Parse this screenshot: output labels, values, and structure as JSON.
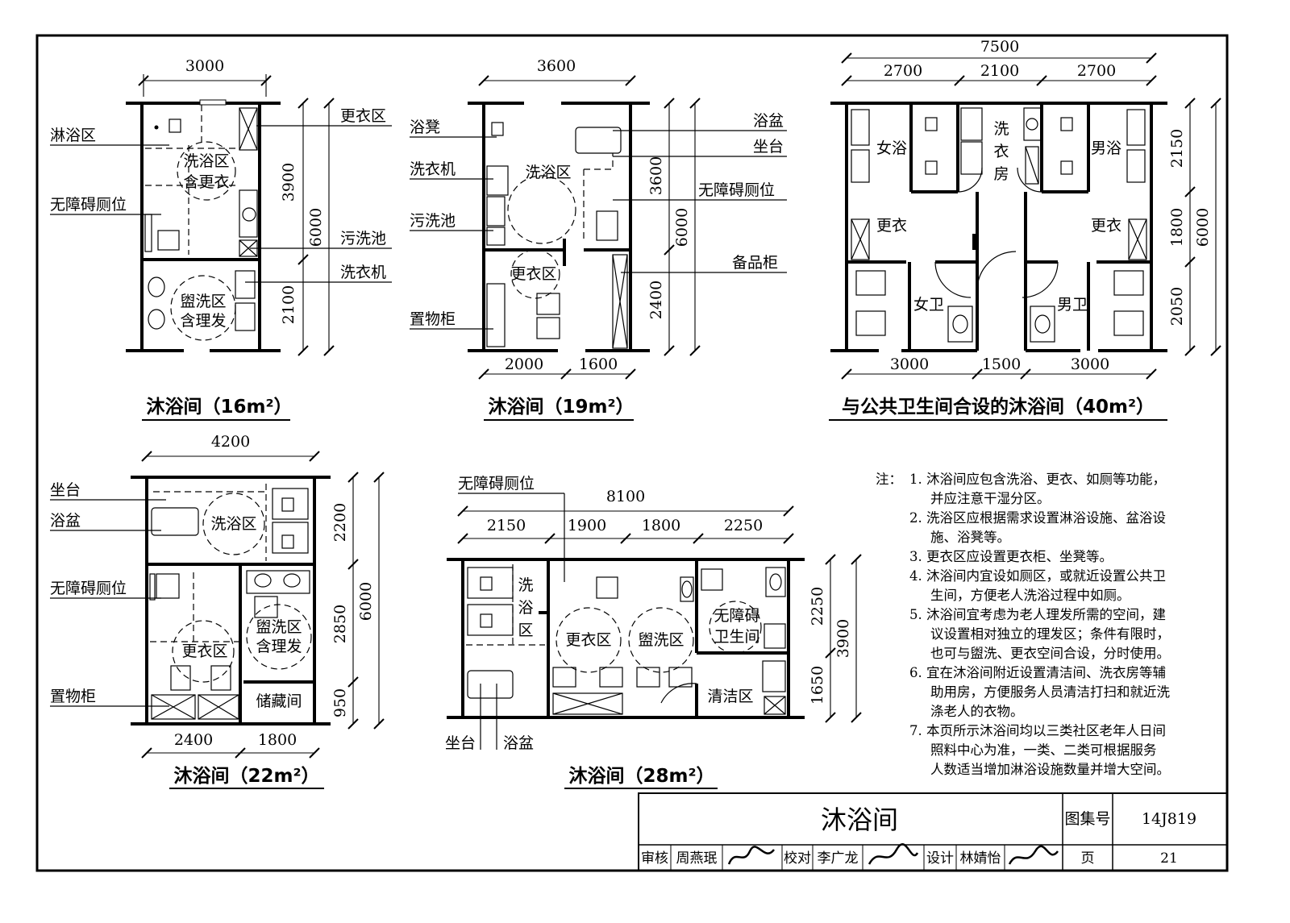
{
  "sheet": {
    "title": "沐浴间",
    "atlas_label": "图集号",
    "atlas_no": "14J819",
    "page_label": "页",
    "page_no": "21",
    "review_label": "审核",
    "reviewer": "周燕珉",
    "check_label": "校对",
    "checker": "李广龙",
    "design_label": "设计",
    "designer": "林婧怡"
  },
  "plans": {
    "p16": {
      "title": "沐浴间（16m²）",
      "dims": {
        "w": "3000",
        "h1": "3900",
        "h2": "2100",
        "h": "6000"
      },
      "labels": {
        "shower": "淋浴区",
        "wc": "无障碍厕位",
        "change": "更衣区",
        "sink": "污洗池",
        "washer": "洗衣机",
        "zone1a": "洗浴区",
        "zone1b": "含更衣",
        "zone2a": "盥洗区",
        "zone2b": "含理发"
      }
    },
    "p19": {
      "title": "沐浴间（19m²）",
      "dims": {
        "w": "3600",
        "h1": "3600",
        "h2": "2400",
        "h": "6000",
        "b1": "2000",
        "b2": "1600"
      },
      "labels": {
        "stool": "浴凳",
        "washer": "洗衣机",
        "sink": "污洗池",
        "cabinet": "置物柜",
        "tub": "浴盆",
        "seat": "坐台",
        "wc": "无障碍厕位",
        "store": "备品柜",
        "zone1": "洗浴区",
        "zone2": "更衣区"
      }
    },
    "p40": {
      "title": "与公共卫生间合设的沐浴间（40m²）",
      "dims": {
        "w": "7500",
        "a": "2700",
        "b": "2100",
        "c": "2700",
        "h1": "2150",
        "h2": "1800",
        "h3": "2050",
        "h": "6000",
        "d1": "3000",
        "d2": "1500",
        "d3": "3000"
      },
      "labels": {
        "fbath": "女浴",
        "mbath": "男浴",
        "laundry1": "洗",
        "laundry2": "衣",
        "laundry3": "房",
        "fchange": "更衣",
        "mchange": "更衣",
        "fwc": "女卫",
        "mwc": "男卫"
      }
    },
    "p22": {
      "title": "沐浴间（22m²）",
      "dims": {
        "w": "4200",
        "h1": "2200",
        "h2": "2850",
        "h3": "950",
        "h": "6000",
        "b1": "2400",
        "b2": "1800"
      },
      "labels": {
        "seat": "坐台",
        "tub": "浴盆",
        "wc": "无障碍厕位",
        "cabinet": "置物柜",
        "zone_bath": "洗浴区",
        "zone_change": "更衣区",
        "zone_wash1": "盥洗区",
        "zone_wash2": "含理发",
        "storage": "储藏间"
      }
    },
    "p28": {
      "title": "沐浴间（28m²）",
      "dims": {
        "w": "8100",
        "a": "2150",
        "b": "1900",
        "c": "1800",
        "d": "2250",
        "h1": "2250",
        "h2": "1650",
        "h": "3900"
      },
      "labels": {
        "wc": "无障碍厕位",
        "bath1": "洗",
        "bath2": "浴",
        "bath3": "区",
        "change": "更衣区",
        "wash": "盥洗区",
        "awc1": "无障碍",
        "awc2": "卫生间",
        "clean": "清洁区",
        "seat": "坐台",
        "tub": "浴盆"
      }
    }
  },
  "notes": {
    "head": "注：",
    "lines": [
      "1.  沐浴间应包含洗浴、更衣、如厕等功能，",
      "并应注意干湿分区。",
      "2.  洗浴区应根据需求设置淋浴设施、盆浴设",
      "施、浴凳等。",
      "3.  更衣区应设置更衣柜、坐凳等。",
      "4.  沐浴间内宜设如厕区，或就近设置公共卫",
      "生间，方便老人洗浴过程中如厕。",
      "5.  沐浴间宜考虑为老人理发所需的空间，建",
      "议设置相对独立的理发区；条件有限时，",
      "也可与盥洗、更衣空间合设，分时使用。",
      "6.  宜在沐浴间附近设置清洁间、洗衣房等辅",
      "助用房，方便服务人员清洁打扫和就近洗",
      "涤老人的衣物。",
      "7.  本页所示沐浴间均以三类社区老年人日间",
      "照料中心为准，一类、二类可根据服务",
      "人数适当增加淋浴设施数量并增大空间。"
    ]
  }
}
